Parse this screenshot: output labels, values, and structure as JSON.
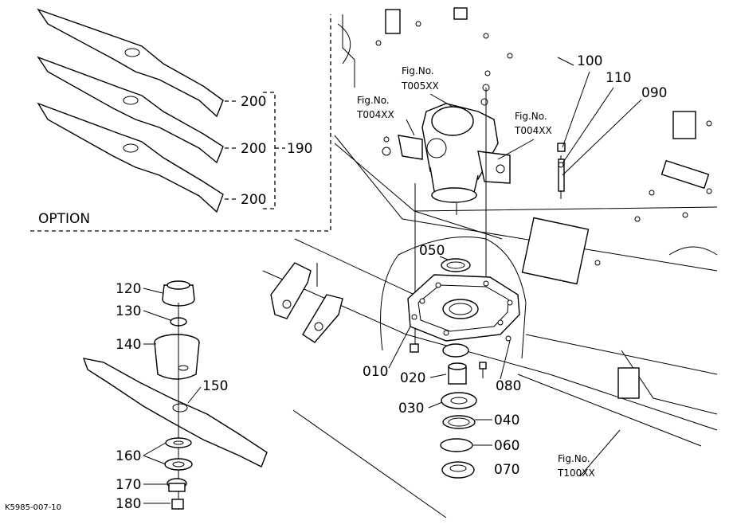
{
  "diagram_code": "K5985-007-10",
  "option_label": "OPTION",
  "parts": {
    "p010": "010",
    "p020": "020",
    "p030": "030",
    "p040": "040",
    "p050": "050",
    "p060": "060",
    "p070": "070",
    "p080": "080",
    "p090": "090",
    "p100": "100",
    "p110": "110",
    "p120": "120",
    "p130": "130",
    "p140": "140",
    "p150": "150",
    "p160": "160",
    "p170": "170",
    "p180": "180",
    "p190": "190",
    "p200a": "200",
    "p200b": "200",
    "p200c": "200"
  },
  "fig_refs": {
    "t005": {
      "line1": "Fig.No.",
      "line2": "T005XX"
    },
    "t004_left": {
      "line1": "Fig.No.",
      "line2": "T004XX"
    },
    "t004_right": {
      "line1": "Fig.No.",
      "line2": "T004XX"
    },
    "t100": {
      "line1": "Fig.No.",
      "line2": "T100XX"
    }
  }
}
